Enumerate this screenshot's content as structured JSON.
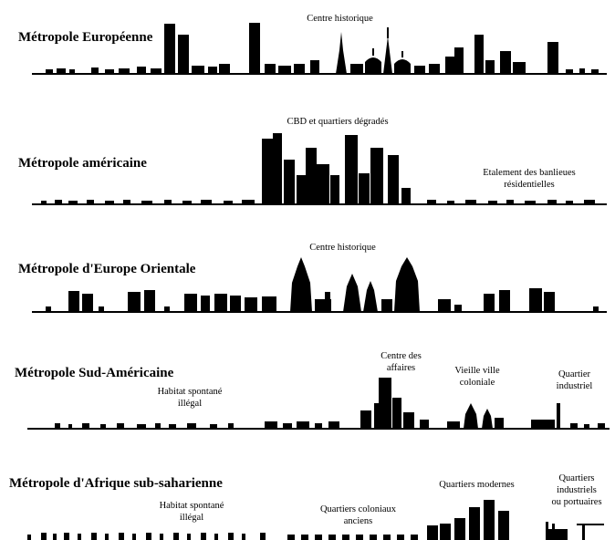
{
  "panels": [
    {
      "title": "Métropole Européenne",
      "labels": [
        "Centre historique"
      ]
    },
    {
      "title": "Métropole américaine",
      "labels": [
        "CBD et quartiers dégradés",
        "Etalement des banlieues\nrésidentielles"
      ]
    },
    {
      "title": "Métropole d'Europe Orientale",
      "labels": [
        "Centre historique"
      ]
    },
    {
      "title": "Métropole Sud-Américaine",
      "labels": [
        "Habitat spontané\nillégal",
        "Centre des\naffaires",
        "Vieille ville\ncoloniale",
        "Quartier\nindustriel"
      ]
    },
    {
      "title": "Métropole d'Afrique sub-saharienne",
      "labels": [
        "Habitat spontané\nillégal",
        "Quartiers coloniaux\nanciens",
        "Quartiers modernes",
        "Quartiers\nindustriels\nou portuaires"
      ]
    }
  ],
  "colors": {
    "ink": "#000000",
    "background": "#ffffff"
  }
}
